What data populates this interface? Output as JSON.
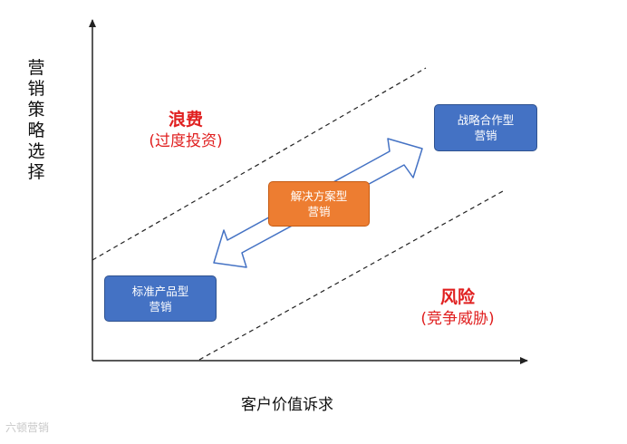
{
  "axes": {
    "y_label": "营销策略选择",
    "x_label": "客户价值诉求"
  },
  "zones": {
    "waste": {
      "title": "浪费",
      "subtitle": "(过度投资)"
    },
    "risk": {
      "title": "风险",
      "subtitle": "(竞争威胁)"
    }
  },
  "boxes": {
    "standard": {
      "line1": "标准产品型",
      "line2": "营销"
    },
    "solution": {
      "line1": "解决方案型",
      "line2": "营销"
    },
    "strategic": {
      "line1": "战略合作型",
      "line2": "营销"
    }
  },
  "watermark": "六顿营销",
  "colors": {
    "blue_box": "#4472c4",
    "orange_box": "#ed7d31",
    "zone_text": "#e02020",
    "arrow_fill": "#ffffff",
    "arrow_stroke": "#4472c4"
  }
}
